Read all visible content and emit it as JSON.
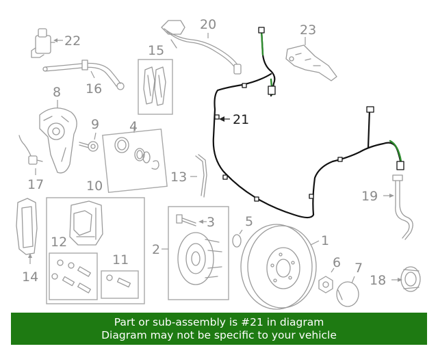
{
  "diagram": {
    "highlighted_callout": "21",
    "callouts": [
      "1",
      "2",
      "3",
      "4",
      "5",
      "6",
      "7",
      "8",
      "9",
      "10",
      "11",
      "12",
      "13",
      "14",
      "15",
      "16",
      "17",
      "18",
      "19",
      "20",
      "21",
      "22",
      "23"
    ],
    "accent_color": "#1e7a12",
    "highlight_wire_color": "#2e8b2e"
  },
  "banner": {
    "line1": "Part or sub-assembly is #21 in diagram",
    "line2": "Diagram may not be specific to your vehicle"
  }
}
